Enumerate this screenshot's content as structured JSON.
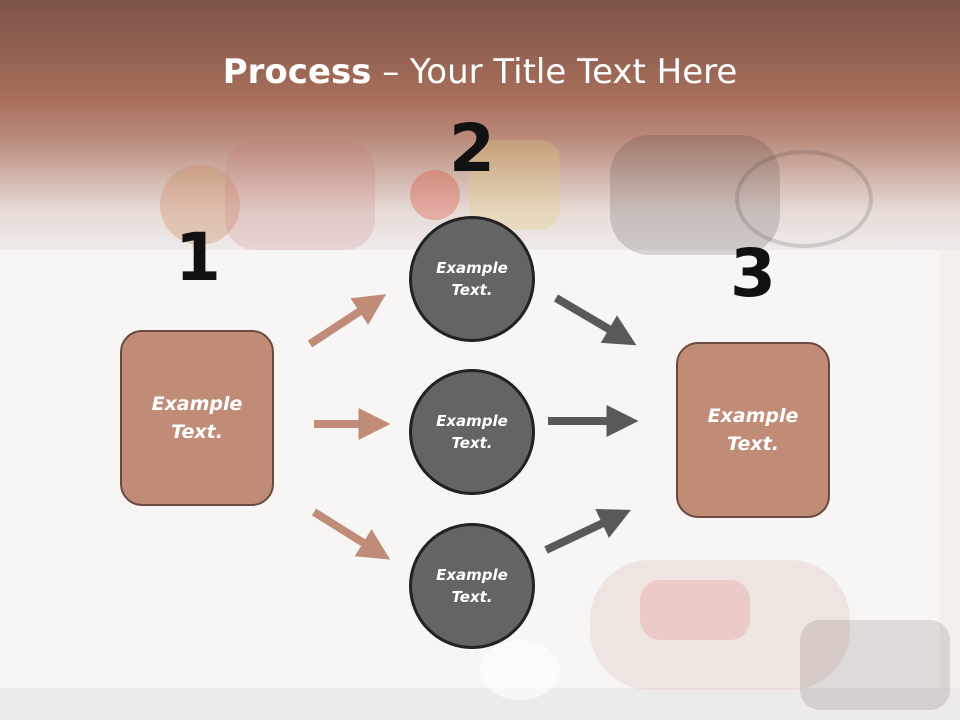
{
  "title": {
    "bold": "Process",
    "rest": " – Your Title Text Here"
  },
  "steps": [
    {
      "number": "1",
      "label": "Example\nText."
    },
    {
      "number": "2",
      "label": ""
    },
    {
      "number": "3",
      "label": "Example\nText."
    }
  ],
  "circles": [
    {
      "label": "Example\nText."
    },
    {
      "label": "Example\nText."
    },
    {
      "label": "Example\nText."
    }
  ],
  "colors": {
    "header": "#a86f5c",
    "box_fill": "#c08c78",
    "box_border": "#6a4a40",
    "circle_fill": "#646464",
    "circle_border": "#222222",
    "arrow_left": "#c08c78",
    "arrow_right": "#595959",
    "number_text": "#111111"
  }
}
